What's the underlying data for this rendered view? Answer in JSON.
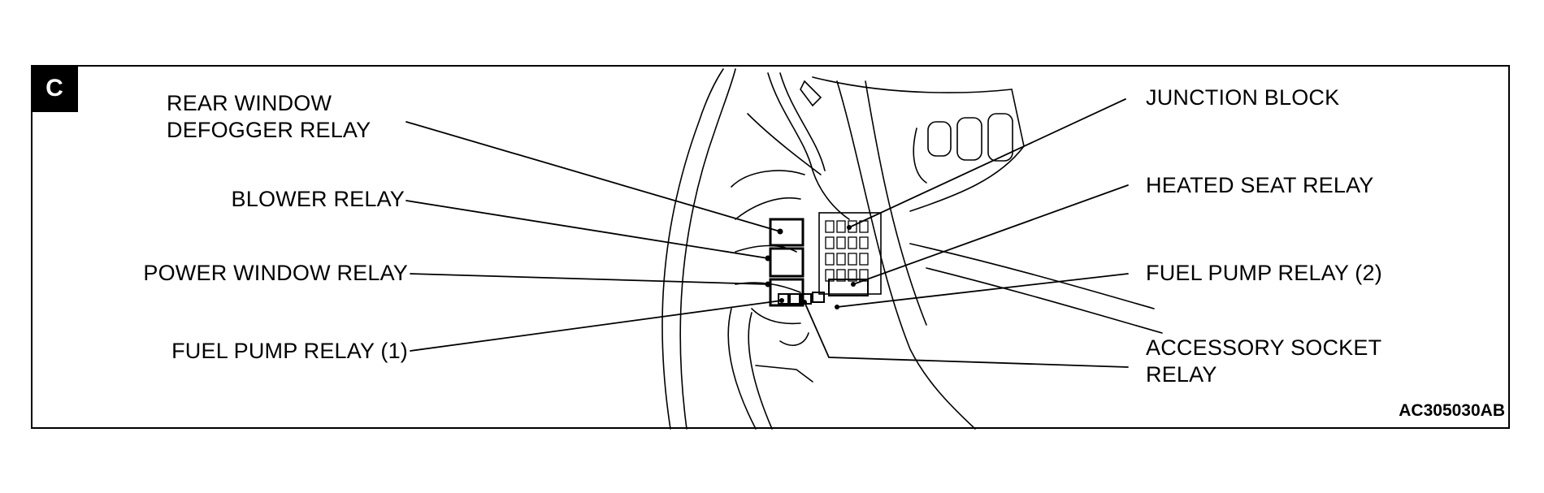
{
  "panel": {
    "badge": "C",
    "code": "AC305030AB"
  },
  "labels": {
    "rear_window_defogger_relay": [
      "REAR WINDOW",
      "DEFOGGER RELAY"
    ],
    "blower_relay": "BLOWER RELAY",
    "power_window_relay": "POWER WINDOW RELAY",
    "fuel_pump_relay_1": "FUEL PUMP RELAY (1)",
    "junction_block": "JUNCTION BLOCK",
    "heated_seat_relay": "HEATED SEAT RELAY",
    "fuel_pump_relay_2": "FUEL PUMP RELAY (2)",
    "accessory_socket_relay": [
      "ACCESSORY SOCKET",
      "RELAY"
    ]
  }
}
